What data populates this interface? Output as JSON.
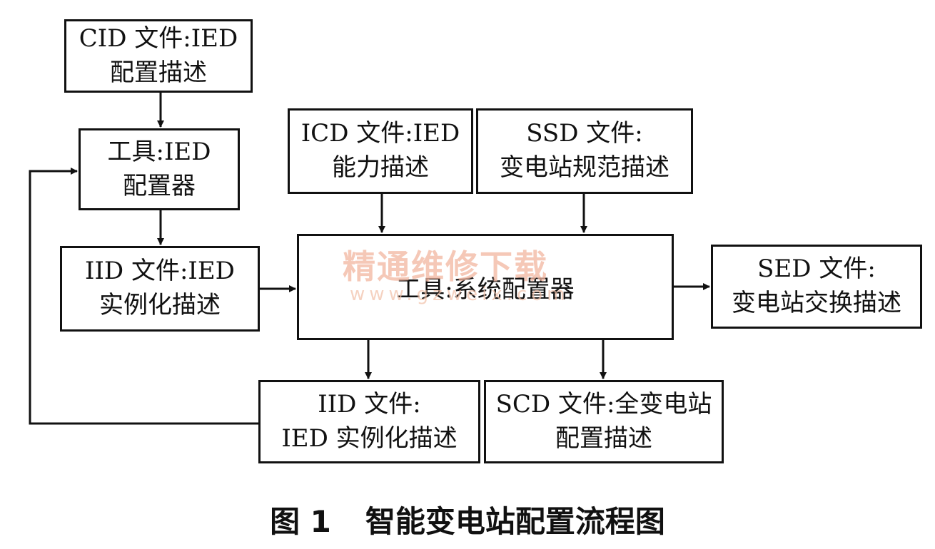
{
  "nodes": {
    "cid": {
      "line1": "CID 文件:IED",
      "line2": "配置描述"
    },
    "ied_tool": {
      "line1": "工具:IED",
      "line2": "配置器"
    },
    "iid_left": {
      "line1": "IID 文件:IED",
      "line2": "实例化描述"
    },
    "icd": {
      "line1": "ICD 文件:IED",
      "line2": "能力描述"
    },
    "ssd": {
      "line1": "SSD 文件:",
      "line2": "变电站规范描述"
    },
    "system_tool": {
      "line1": "工具:系统配置器"
    },
    "sed": {
      "line1": "SED 文件:",
      "line2": "变电站交换描述"
    },
    "iid_bottom": {
      "line1": "IID 文件:",
      "line2": "IED 实例化描述"
    },
    "scd": {
      "line1": "SCD 文件:全变电站",
      "line2": "配置描述"
    }
  },
  "watermark": {
    "text": "精通维修下载",
    "url": "www.gzweix.com"
  },
  "caption": {
    "label": "图 1",
    "title": "智能变电站配置流程图"
  }
}
